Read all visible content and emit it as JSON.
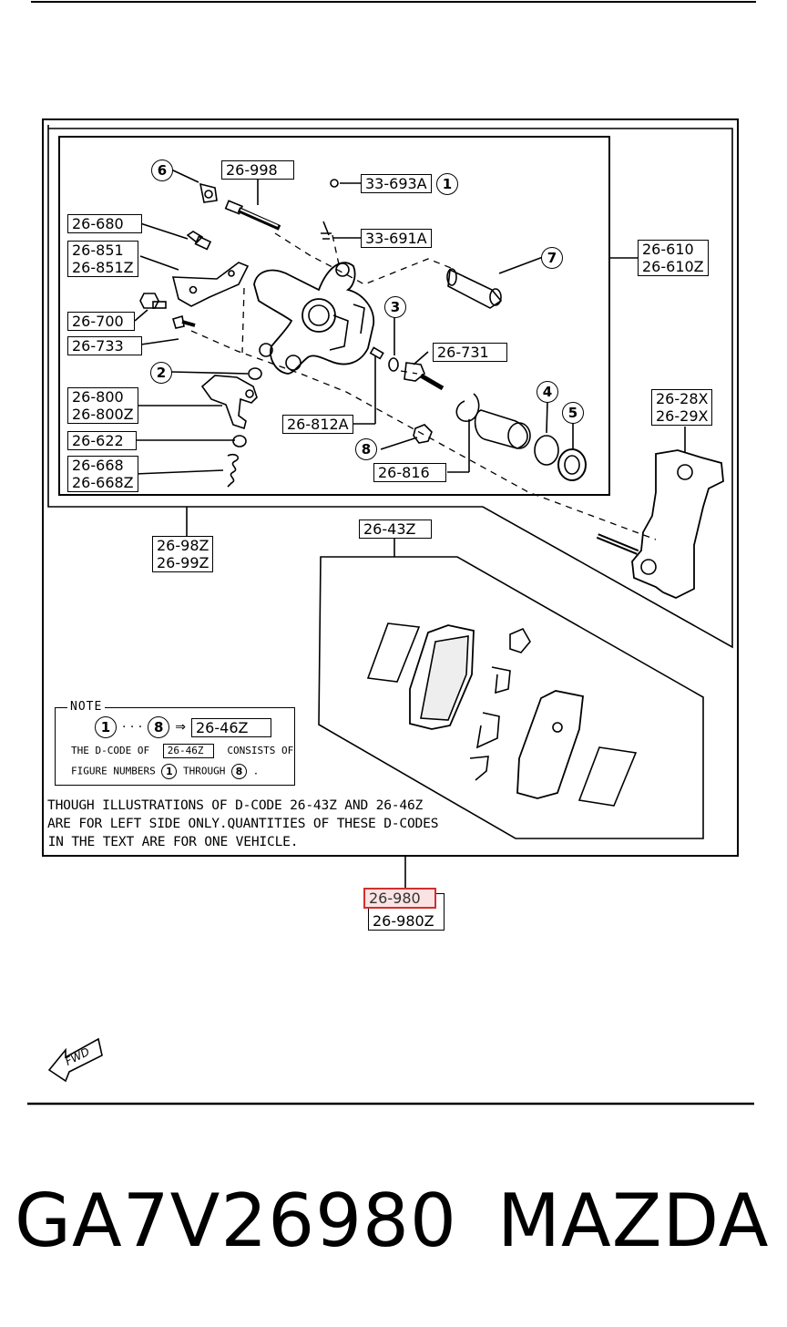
{
  "labels": {
    "l26998": [
      "26-998"
    ],
    "l33693a": [
      "33-693A"
    ],
    "l26680": [
      "26-680"
    ],
    "l33691a": [
      "33-691A"
    ],
    "l26851": [
      "26-851",
      "26-851Z"
    ],
    "l26610": [
      "26-610",
      "26-610Z"
    ],
    "l26700": [
      "26-700"
    ],
    "l26733": [
      "26-733"
    ],
    "l26731": [
      "26-731"
    ],
    "l26800": [
      "26-800",
      "26-800Z"
    ],
    "l26812a": [
      "26-812A"
    ],
    "l26622": [
      "26-622"
    ],
    "l26668": [
      "26-668",
      "26-668Z"
    ],
    "l26816": [
      "26-816"
    ],
    "l26280": [
      "26-28X",
      "26-29X"
    ],
    "l2698z": [
      "26-98Z",
      "26-99Z"
    ],
    "l2643z": [
      "26-43Z"
    ],
    "l26980": [
      "26-980"
    ],
    "l26980z": [
      "26-980Z"
    ]
  },
  "callouts": {
    "n1": "1",
    "n2": "2",
    "n3": "3",
    "n4": "4",
    "n5": "5",
    "n6": "6",
    "n7": "7",
    "n8": "8"
  },
  "note": {
    "title": "NOTE",
    "from_num": "1",
    "dots": "· · ·",
    "to_num": "8",
    "arrow": "⇒",
    "code": "26-46Z",
    "line1_pre": "THE D-CODE OF",
    "line1_code": "26-46Z",
    "line1_post": "CONSISTS OF",
    "line2_pre": "FIGURE NUMBERS",
    "line2_from": "1",
    "line2_mid": "THROUGH",
    "line2_to": "8",
    "line2_post": "."
  },
  "disclaimer": [
    "THOUGH ILLUSTRATIONS OF D-CODE 26-43Z AND 26-46Z",
    "ARE FOR LEFT SIDE ONLY.QUANTITIES OF THESE D-CODES",
    " IN THE TEXT ARE FOR ONE VEHICLE."
  ],
  "fwd": "FWD",
  "part_number": "GA7V26980",
  "brand": "MAZDA",
  "colors": {
    "highlight_border": "#d0302f",
    "highlight_fill": "#fbe3e3"
  }
}
